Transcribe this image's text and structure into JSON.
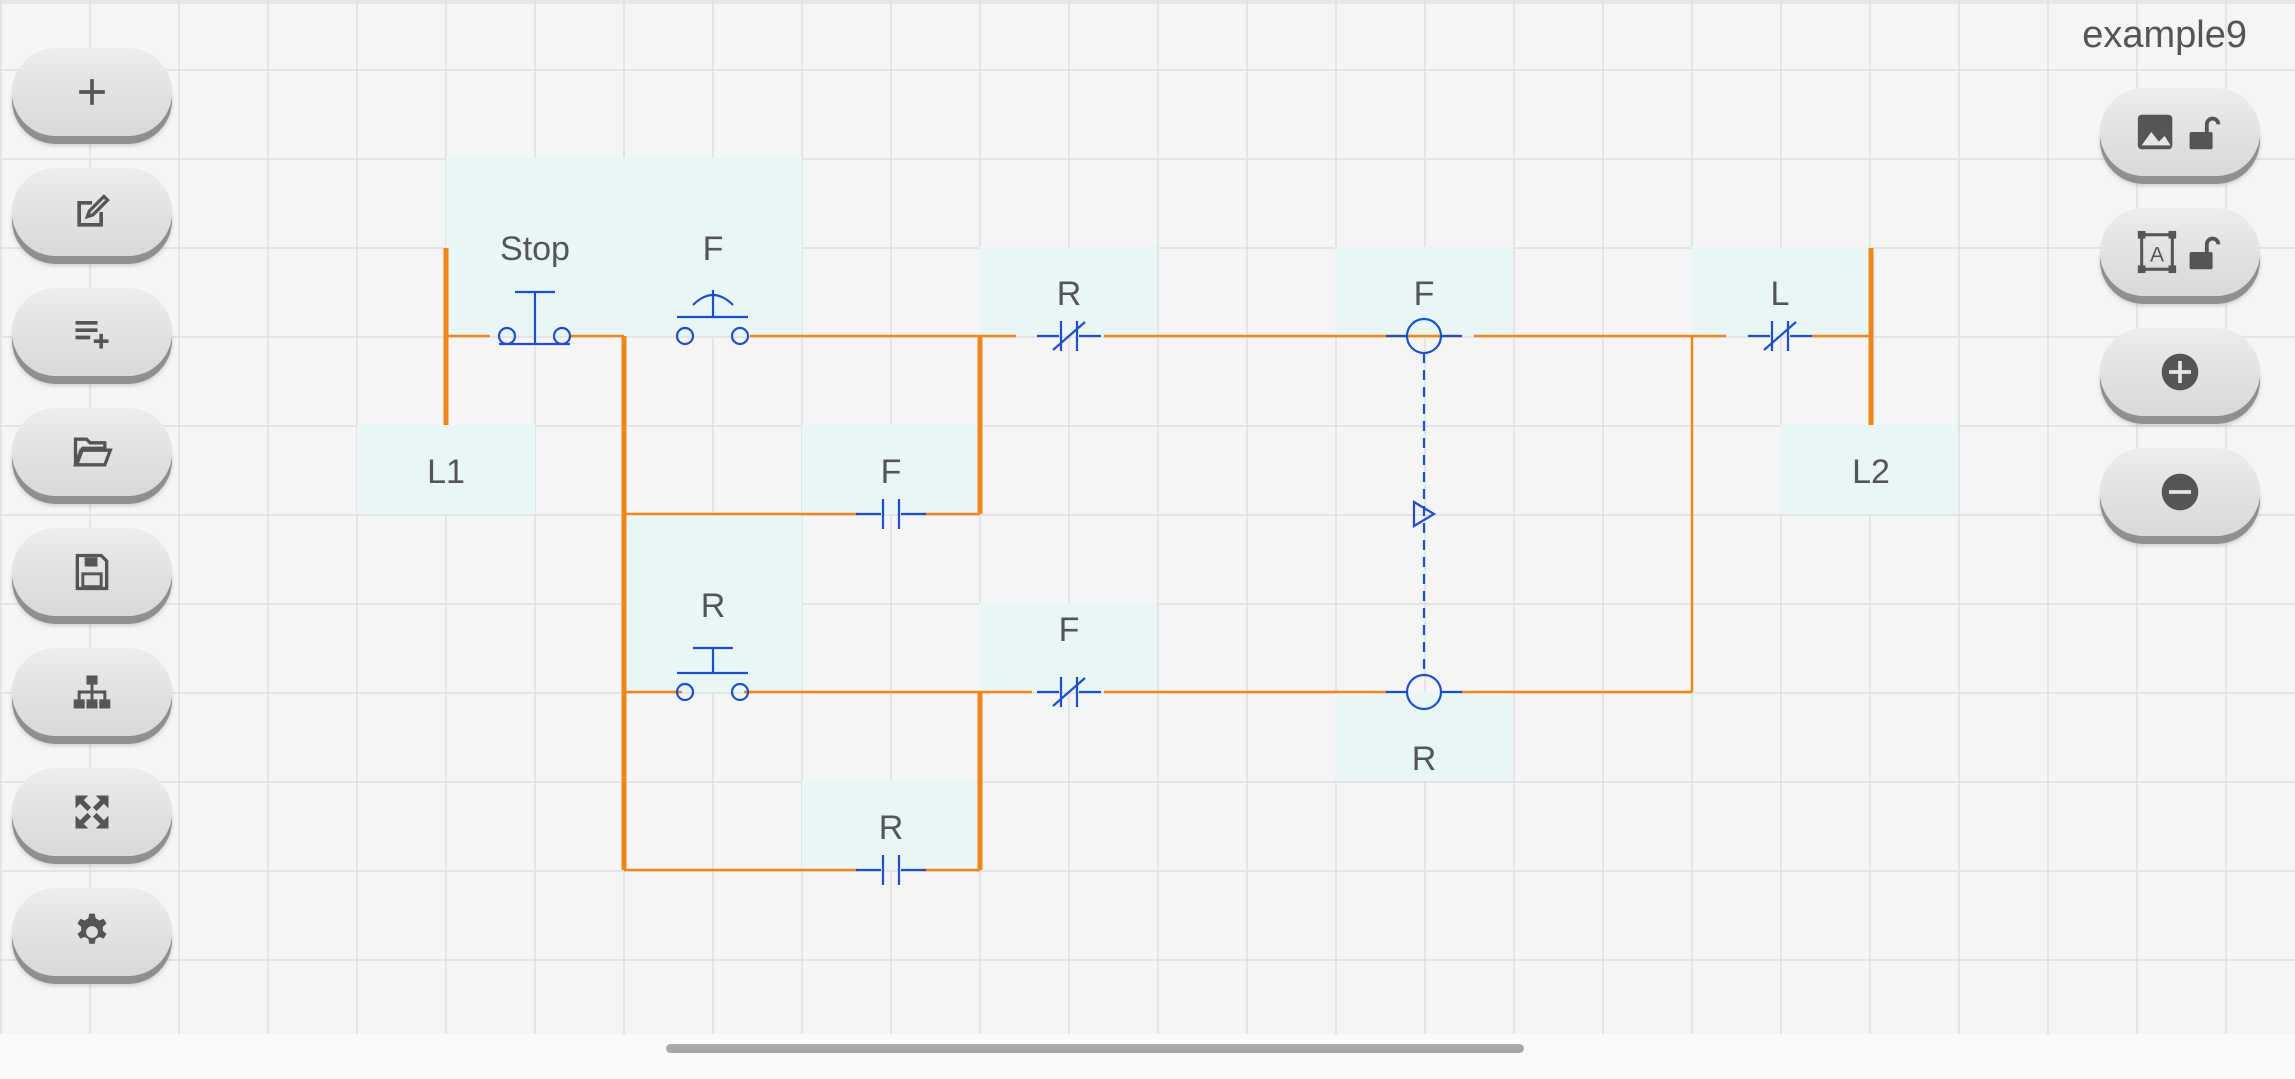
{
  "app": {
    "file_name": "example9"
  },
  "toolbar_left": [
    {
      "name": "add-button",
      "icon": "plus-icon"
    },
    {
      "name": "edit-button",
      "icon": "edit-icon"
    },
    {
      "name": "add-rung-button",
      "icon": "playlist-add-icon"
    },
    {
      "name": "open-button",
      "icon": "folder-open-icon"
    },
    {
      "name": "save-button",
      "icon": "save-icon"
    },
    {
      "name": "hierarchy-button",
      "icon": "sitemap-icon"
    },
    {
      "name": "fullscreen-button",
      "icon": "expand-icon"
    },
    {
      "name": "settings-button",
      "icon": "gear-icon"
    }
  ],
  "toolbar_right": [
    {
      "name": "image-lock-button",
      "icon": "image-unlock-icon"
    },
    {
      "name": "text-lock-button",
      "icon": "text-box-unlock-icon"
    },
    {
      "name": "zoom-in-button",
      "icon": "plus-circle-icon"
    },
    {
      "name": "zoom-out-button",
      "icon": "minus-circle-icon"
    }
  ],
  "diagram": {
    "rails": {
      "left": "L1",
      "right": "L2"
    },
    "elements": [
      {
        "kind": "nc-pushbutton",
        "label": "Stop"
      },
      {
        "kind": "no-pushbutton",
        "label": "F"
      },
      {
        "kind": "nc-contact",
        "label": "R"
      },
      {
        "kind": "coil",
        "label": "F"
      },
      {
        "kind": "nc-contact",
        "label": "L"
      },
      {
        "kind": "no-contact",
        "label": "F"
      },
      {
        "kind": "no-pushbutton",
        "label": "R"
      },
      {
        "kind": "nc-contact",
        "label": "F"
      },
      {
        "kind": "coil",
        "label": "R"
      },
      {
        "kind": "no-contact",
        "label": "R"
      }
    ]
  },
  "colors": {
    "wire": "#f0861a",
    "symbol": "#1f4fc7",
    "highlight": "#e8f6f6",
    "grid": "#dedede",
    "text": "#555555"
  }
}
